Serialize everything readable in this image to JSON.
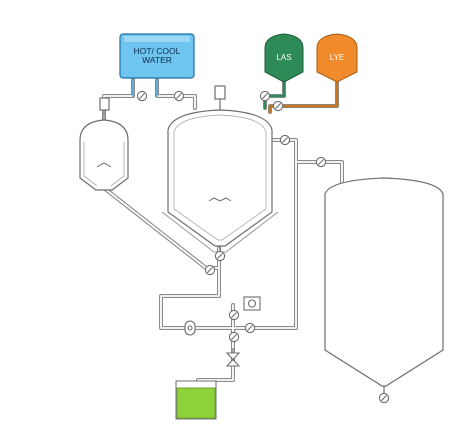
{
  "diagram": {
    "hot_cool_water": {
      "line1": "HOT/ COOL",
      "line2": "WATER",
      "color": "#6ec6f0"
    },
    "las_tank": {
      "label": "LAS",
      "color": "#2e8b57"
    },
    "lye_tank": {
      "label": "LYE",
      "color": "#f08a2a"
    },
    "product_tank": {
      "color": "#8fd33a"
    },
    "colors": {
      "pipe_outline": "#8a8a8a",
      "vessel_outline": "#6e6e6e",
      "water_line": "#3aa0d8",
      "las_line": "#2e8b57",
      "lye_line": "#c8761d"
    }
  }
}
